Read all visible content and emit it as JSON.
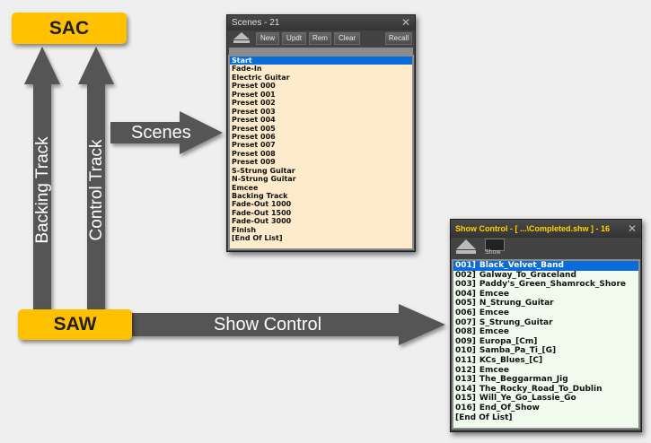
{
  "nodes": {
    "sac": "SAC",
    "saw": "SAW"
  },
  "arrow_labels": {
    "backing_track": "Backing Track",
    "control_track": "Control Track",
    "scenes": "Scenes",
    "show_control": "Show Control"
  },
  "scenes_window": {
    "title": "Scenes - 21",
    "close_icon": "close-icon",
    "buttons": {
      "new": "New",
      "updt": "Updt",
      "rem": "Rem",
      "clear": "Clear",
      "recall": "Recall"
    },
    "items": [
      "Start",
      "Fade-In",
      "Electric Guitar",
      "Preset 000",
      "Preset 001",
      "Preset 002",
      "Preset 003",
      "Preset 004",
      "Preset 005",
      "Preset 006",
      "Preset 007",
      "Preset 008",
      "Preset 009",
      "S-Strung Guitar",
      "N-Strung Guitar",
      "Emcee",
      "Backing Track",
      "Fade-Out 1000",
      "Fade-Out 1500",
      "Fade-Out 3000",
      "Finish",
      "[End Of List]"
    ],
    "selected_index": 0
  },
  "show_window": {
    "title": "Show Control - [ ...\\Completed.shw ] - 16",
    "show_label": "Show",
    "items": [
      {
        "num": "001]",
        "name": "Black_Velvet_Band"
      },
      {
        "num": "002]",
        "name": "Galway_To_Graceland"
      },
      {
        "num": "003]",
        "name": "Paddy's_Green_Shamrock_Shore"
      },
      {
        "num": "004]",
        "name": "Emcee"
      },
      {
        "num": "005]",
        "name": "N_Strung_Guitar"
      },
      {
        "num": "006]",
        "name": "Emcee"
      },
      {
        "num": "007]",
        "name": "S_Strung_Guitar"
      },
      {
        "num": "008]",
        "name": "Emcee"
      },
      {
        "num": "009]",
        "name": "Europa_[Cm]"
      },
      {
        "num": "010]",
        "name": "Samba_Pa_Ti_[G]"
      },
      {
        "num": "011]",
        "name": "KCs_Blues_[C]"
      },
      {
        "num": "012]",
        "name": "Emcee"
      },
      {
        "num": "013]",
        "name": "The_Beggarman_Jig"
      },
      {
        "num": "014]",
        "name": "The_Rocky_Road_To_Dublin"
      },
      {
        "num": "015]",
        "name": "Will_Ye_Go_Lassie_Go"
      },
      {
        "num": "016]",
        "name": "End_Of_Show"
      },
      {
        "num": "",
        "name": "[End Of List]"
      }
    ],
    "selected_index": 0
  },
  "colors": {
    "box": "#ffc000",
    "arrow": "#555555",
    "select": "#0a6cd8",
    "show_title": "#ffd400"
  }
}
